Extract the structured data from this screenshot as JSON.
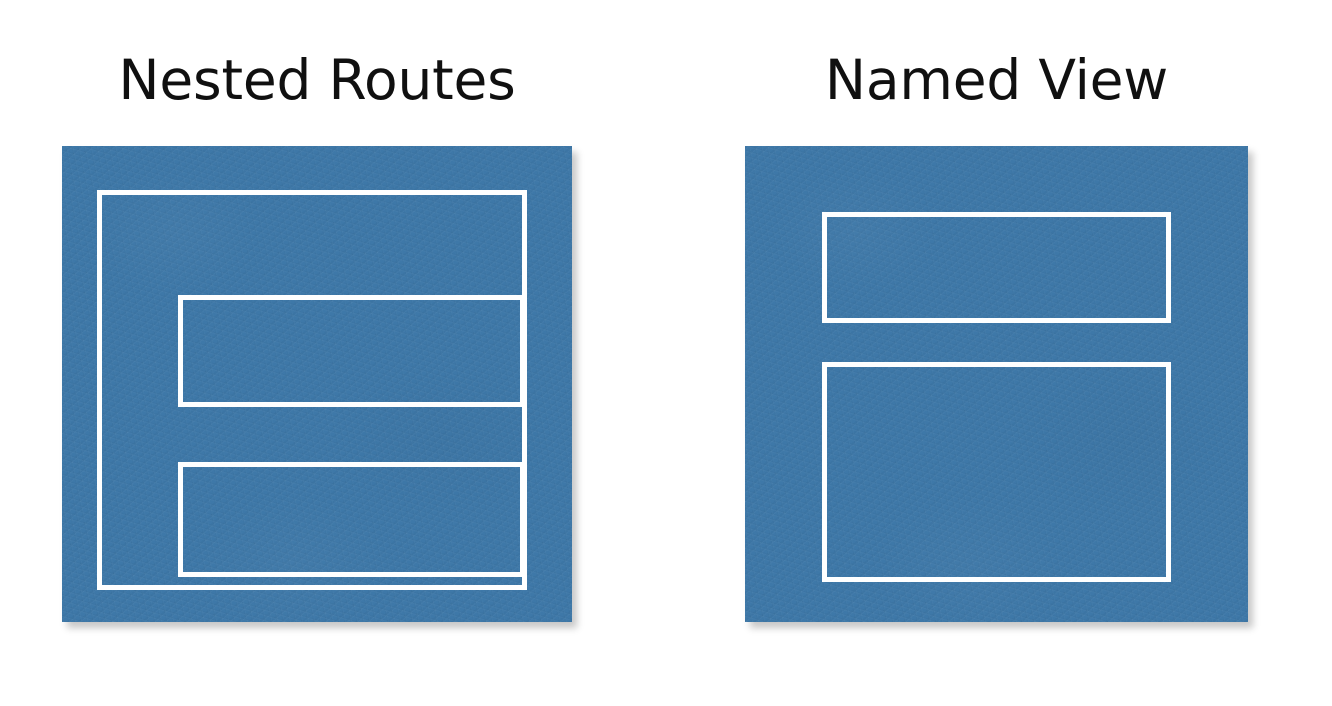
{
  "slide": {
    "background_color": "#ffffff",
    "panel_color": "#3e78a8",
    "outline_color": "#ffffff",
    "title_color": "#101010"
  },
  "diagrams": [
    {
      "id": "nested-routes",
      "title": "Nested Routes",
      "panel_label": "",
      "regions": [
        {
          "name": "router-view",
          "label": ""
        },
        {
          "name": "child-view-1",
          "label": ""
        },
        {
          "name": "child-view-2",
          "label": ""
        }
      ]
    },
    {
      "id": "named-view",
      "title": "Named View",
      "panel_label": "",
      "regions": [
        {
          "name": "named-view-1",
          "label": ""
        },
        {
          "name": "named-view-2",
          "label": ""
        }
      ]
    }
  ]
}
